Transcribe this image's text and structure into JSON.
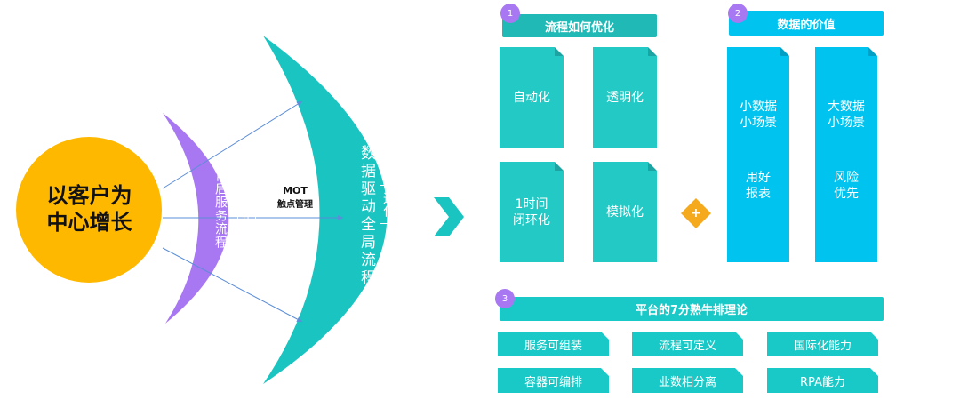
{
  "center": {
    "line1": "以客户为",
    "line2": "中心增长"
  },
  "purple_arc": {
    "text": "售后服务流程",
    "box": "补缺"
  },
  "teal_arc": {
    "text": "数据驱动全局流程",
    "box": "进化"
  },
  "mot": {
    "line1": "MOT",
    "line2": "触点管理"
  },
  "section1": {
    "badge": "1",
    "title": "流程如何优化",
    "cards": [
      "自动化",
      "透明化",
      "1时间",
      "闭环化",
      "模拟化"
    ]
  },
  "plus": "+",
  "section2": {
    "badge": "2",
    "title": "数据的价值",
    "small": {
      "top1": "小数据",
      "top2": "小场景",
      "bottom1": "用好",
      "bottom2": "报表"
    },
    "big": {
      "top1": "大数据",
      "top2": "小场景",
      "bottom1": "风险",
      "bottom2": "优先"
    }
  },
  "section3": {
    "badge": "3",
    "title": "平台的7分熟牛排理论",
    "items": [
      "服务可组装",
      "流程可定义",
      "国际化能力",
      "容器可编排",
      "业数相分离",
      "RPA能力"
    ]
  },
  "colors": {
    "yellow": "#ffb800",
    "purple": "#a877f2",
    "teal": "#1ac4c0",
    "cyan": "#00c3ef",
    "orange": "#f5a91c",
    "arrow_blue": "#5b8dd8"
  }
}
